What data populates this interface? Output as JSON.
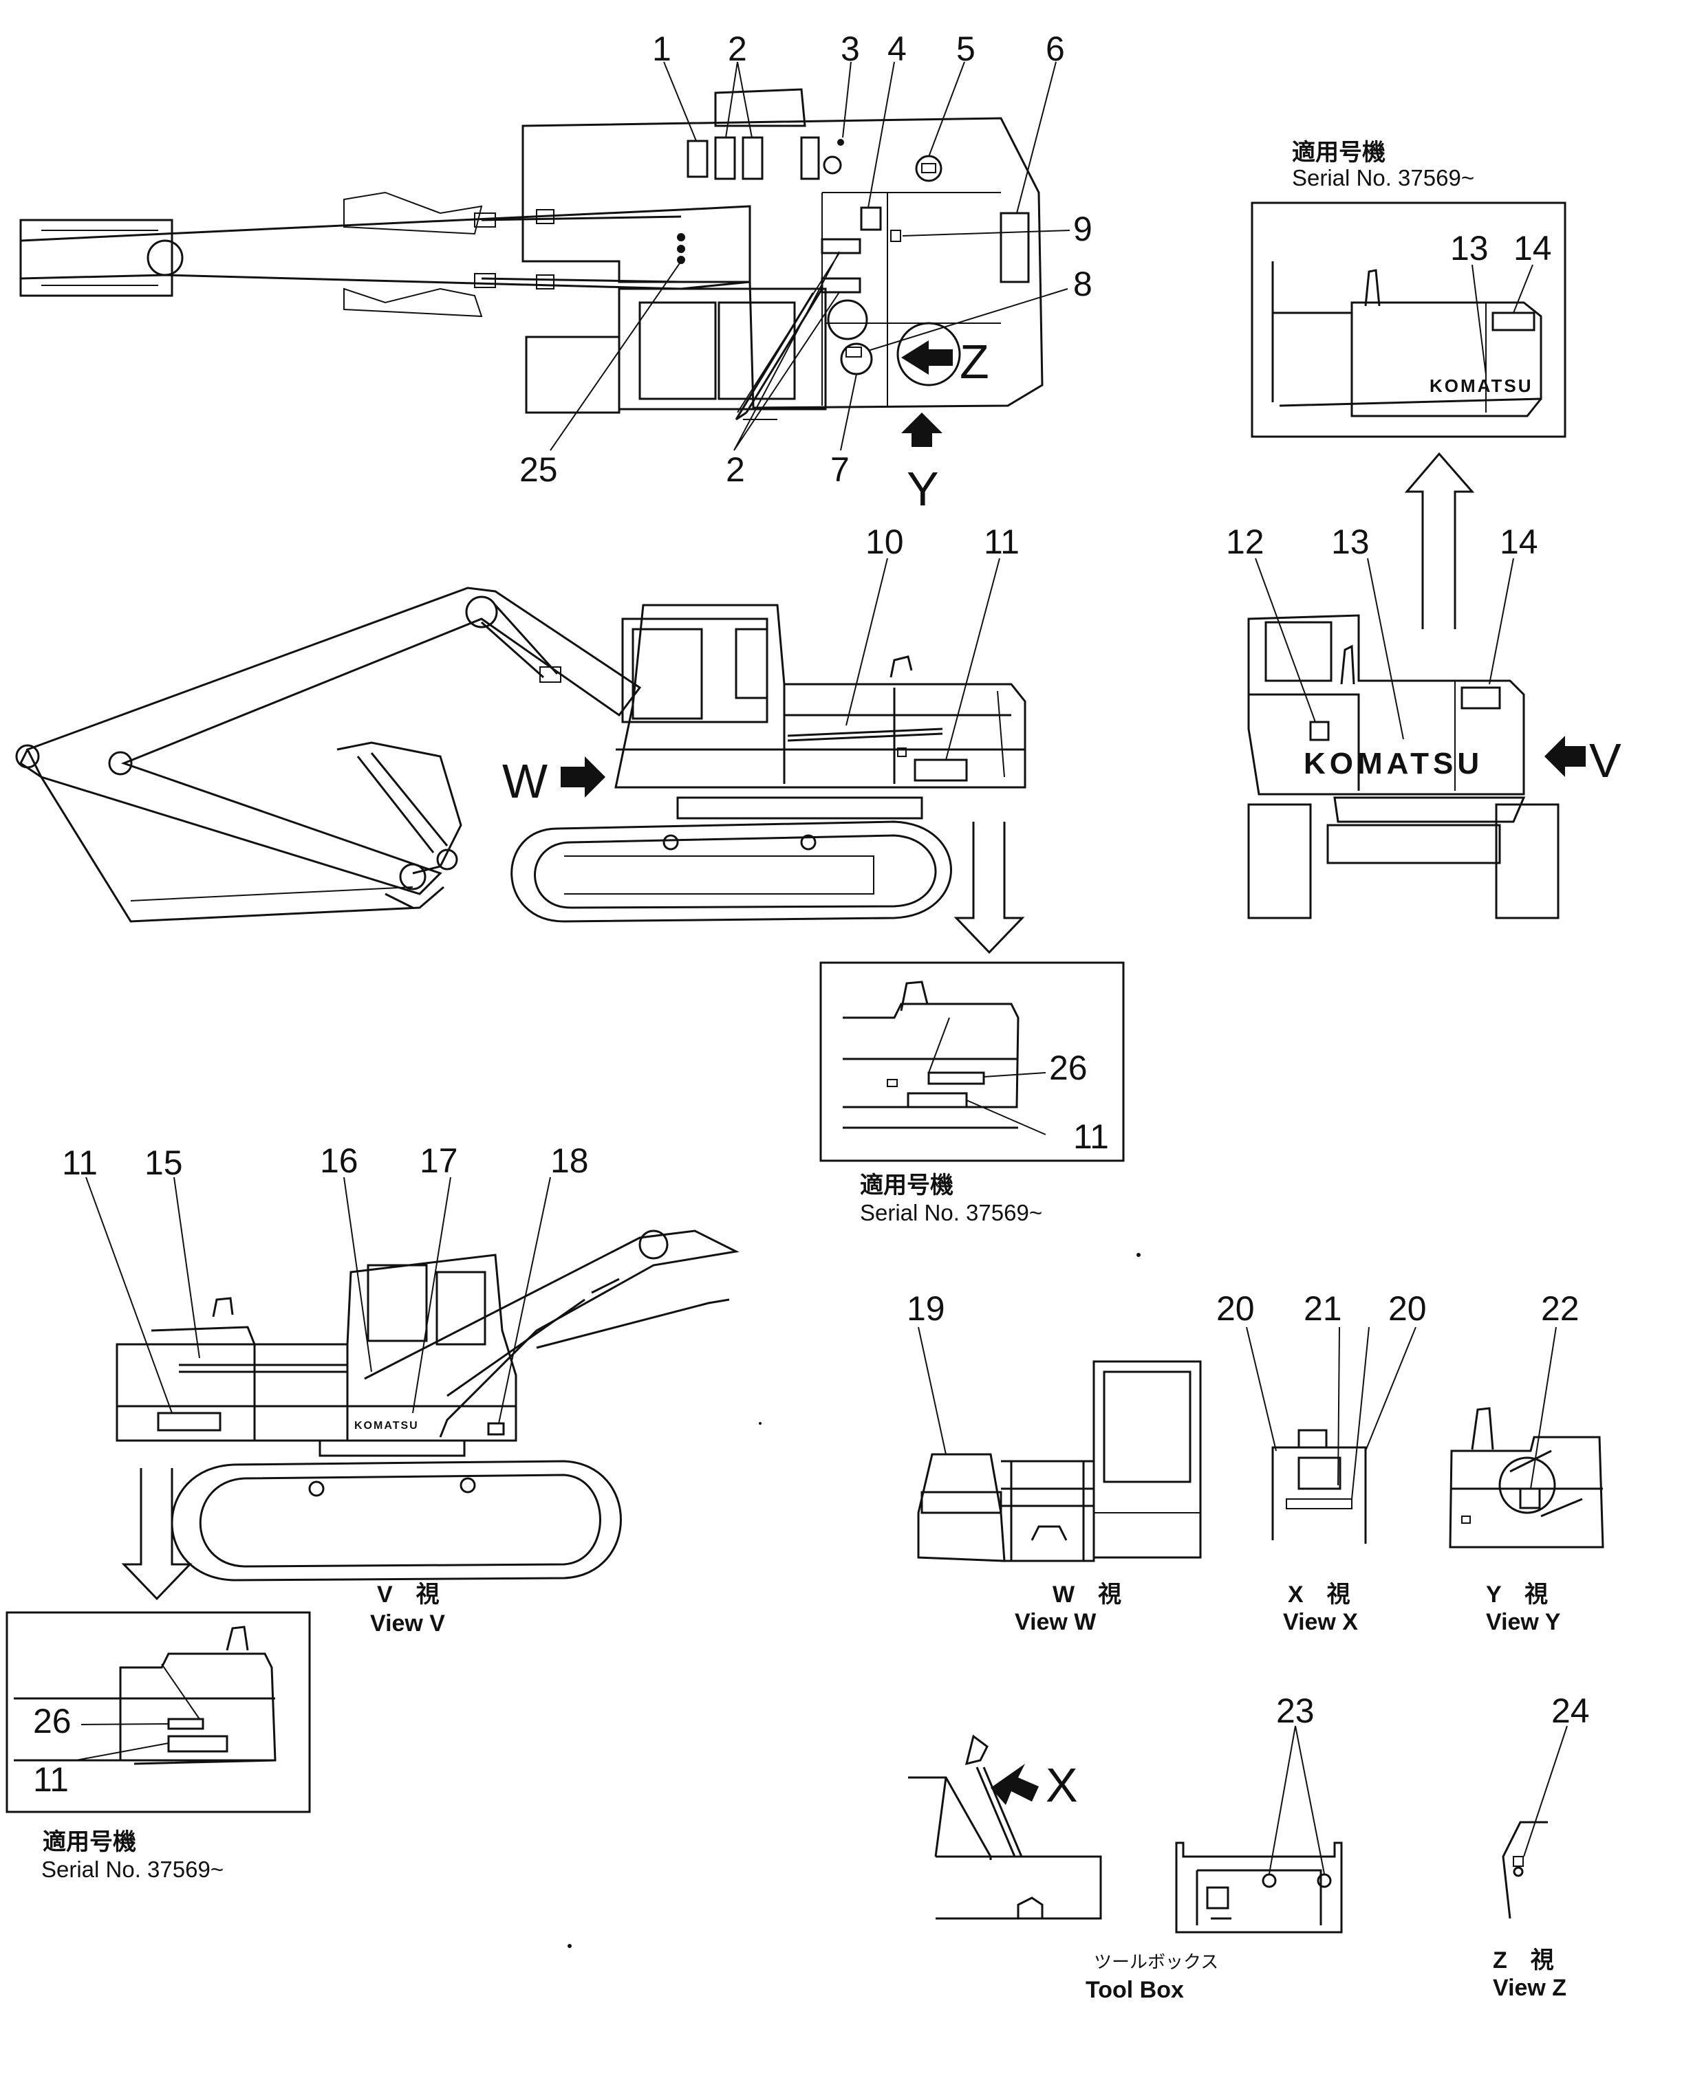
{
  "callouts": {
    "top": [
      "1",
      "2",
      "3",
      "4",
      "5",
      "6",
      "9",
      "8",
      "25",
      "2",
      "7"
    ],
    "side_right": [
      "10",
      "11"
    ],
    "front": [
      "12",
      "13",
      "14"
    ],
    "inset_front": [
      "13",
      "14"
    ],
    "inset_side_right": [
      "26",
      "11"
    ],
    "view_v": [
      "11",
      "15",
      "16",
      "17",
      "18"
    ],
    "inset_view_v": [
      "26",
      "11"
    ],
    "view_w": [
      "19"
    ],
    "view_x": [
      "20",
      "21",
      "20"
    ],
    "view_y": [
      "22"
    ],
    "tool_box": [
      "23"
    ],
    "view_z": [
      "24"
    ]
  },
  "view_arrows": {
    "y": "Y",
    "z": "Z",
    "w": "W",
    "v": "V",
    "x": "X"
  },
  "serial": {
    "jp": "適用号機",
    "text": "Serial  No.  37569~"
  },
  "brand": "KOMATSU",
  "brand_small": "KOMATSU",
  "captions": {
    "view_v_jp": "V　視",
    "view_v": "View  V",
    "view_w_jp": "W　視",
    "view_w": "View  W",
    "view_x_jp": "X　視",
    "view_x": "View  X",
    "view_y_jp": "Y　視",
    "view_y": "View  Y",
    "tool_box_jp": "ツールボックス",
    "tool_box": "Tool  Box",
    "view_z_jp": "Z　視",
    "view_z": "View  Z"
  }
}
